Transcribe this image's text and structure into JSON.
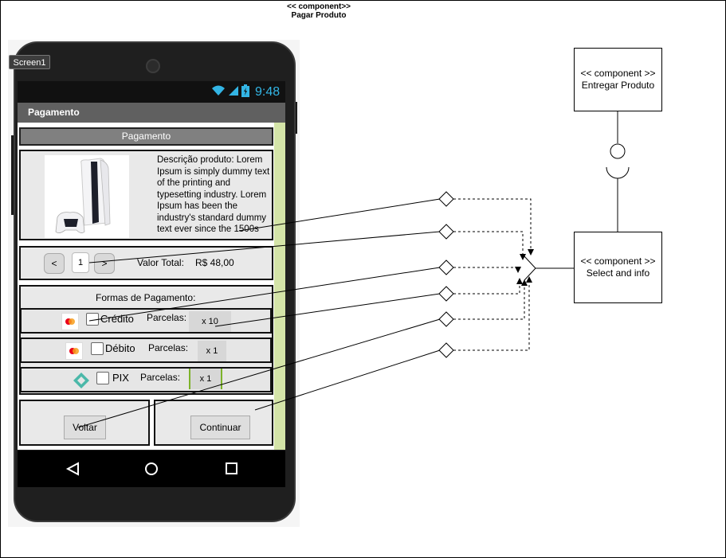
{
  "outer": {
    "stereotype": "<< component>>",
    "name": "Pagar Produto"
  },
  "phone": {
    "screen_label": "Screen1",
    "clock": "9:48",
    "app_title": "Pagamento",
    "header": "Pagamento",
    "description": "Descrição produto: Lorem Ipsum is simply dummy text of the printing and typesetting industry. Lorem Ipsum has been the industry's standard dummy text ever since the 1500s",
    "qty_minus": "<",
    "qty_value": "1",
    "qty_plus": ">",
    "total_label": "Valor Total:",
    "total_value": "R$ 48,00",
    "payment_title": "Formas de Pagamento:",
    "payments": [
      {
        "name": "Crédito",
        "parcelas_label": "Parcelas:",
        "parcelas_value": "x 10"
      },
      {
        "name": "Débito",
        "parcelas_label": "Parcelas:",
        "parcelas_value": "x 1"
      },
      {
        "name": "PIX",
        "parcelas_label": "Parcelas:",
        "parcelas_value": "x 1"
      }
    ],
    "back_button": "Voltar",
    "continue_button": "Continuar",
    "accent_color": "#d4e4a8",
    "title_bar_color": "#606060"
  },
  "components": {
    "deliver": {
      "stereotype": "<< component >>",
      "name": "Entregar Produto"
    },
    "select": {
      "stereotype": "<< component >>",
      "name": "Select and info"
    }
  },
  "icons": [
    "wifi-icon",
    "signal-icon",
    "battery-icon",
    "mastercard-icon",
    "pix-icon",
    "back-nav-icon",
    "home-nav-icon",
    "recents-nav-icon"
  ]
}
